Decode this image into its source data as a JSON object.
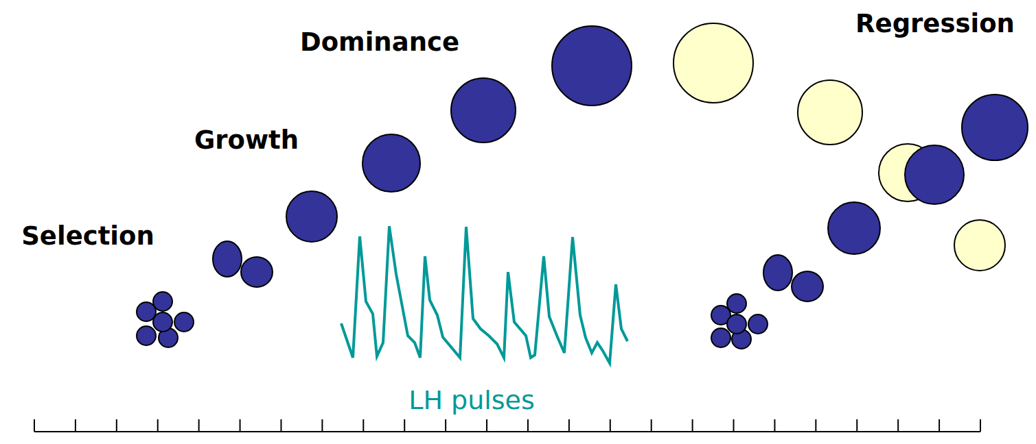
{
  "diagram": {
    "labels": [
      "Selection",
      "Growth",
      "Dominance",
      "Regression",
      "LH pulses"
    ]
  }
}
